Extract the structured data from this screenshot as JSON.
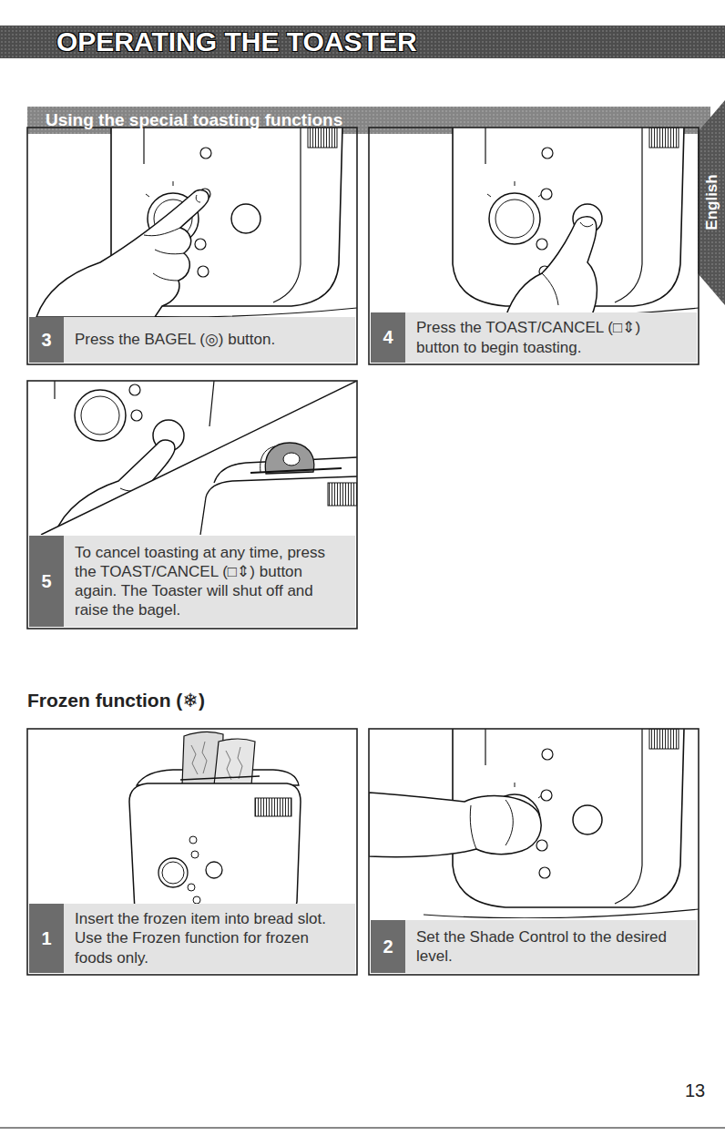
{
  "diagram": {
    "title": "OPERATING THE TOASTER",
    "nodes": [
      {
        "text": [
          "3",
          "Press the BAGEL (◎) button."
        ]
      },
      {
        "text": [
          "4",
          "Press the TOAST/CANCEL (□⇕) button to begin toasting."
        ]
      },
      {
        "text": [
          "5",
          "To cancel toasting at any time, press the TOAST/CANCEL (□⇕) button again. The Toaster will shut off and raise the bagel."
        ]
      },
      {
        "text": [
          "1",
          "Insert the frozen item into bread slot. Use the Frozen function for frozen foods only."
        ]
      },
      {
        "text": [
          "2",
          "Set the Shade Control to the desired level."
        ]
      }
    ],
    "labels": [
      "Using the special toasting functions",
      "English",
      "Frozen function (❄)",
      "13"
    ]
  }
}
